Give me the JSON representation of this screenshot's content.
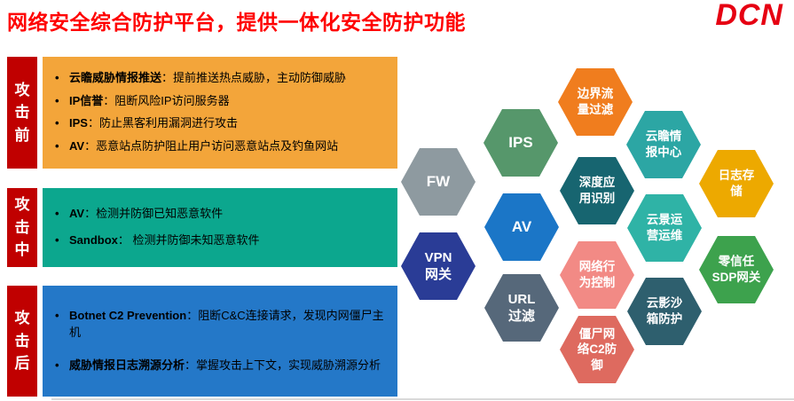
{
  "header": {
    "title": "网络安全综合防护平台，提供一体化安全防护功能",
    "logo": "DCN"
  },
  "colors": {
    "title_red": "#FF0000",
    "label_red": "#C00000",
    "phase_before": "#F3A53A",
    "phase_during": "#0CA78E",
    "phase_after": "#2478C8"
  },
  "phases": [
    {
      "label": "攻击前",
      "color": "#F3A53A",
      "items": [
        {
          "keyword": "云瞻威胁情报推送",
          "text": "：提前推送热点威胁，主动防御威胁"
        },
        {
          "keyword": "IP信誉",
          "text": "：阻断风险IP访问服务器"
        },
        {
          "keyword": "IPS",
          "text": "：防止黑客利用漏洞进行攻击"
        },
        {
          "keyword": "AV",
          "text": "：恶意站点防护阻止用户访问恶意站点及钓鱼网站"
        }
      ]
    },
    {
      "label": "攻击中",
      "color": "#0CA78E",
      "items": [
        {
          "keyword": "AV",
          "text": "：检测并防御已知恶意软件"
        },
        {
          "keyword": "Sandbox",
          "text": "： 检测并防御未知恶意软件"
        }
      ]
    },
    {
      "label": "攻击后",
      "color": "#2478C8",
      "items": [
        {
          "keyword": "Botnet C2 Prevention",
          "text": "：阻断C&C连接请求，发现内网僵尸主机"
        },
        {
          "keyword": "威胁情报日志溯源分析",
          "text": "：掌握攻击上下文，实现威胁溯源分析"
        }
      ]
    }
  ],
  "hexagons": [
    {
      "id": "fw",
      "line1": "FW",
      "color": "#8E9AA0"
    },
    {
      "id": "ips",
      "line1": "IPS",
      "color": "#56976B"
    },
    {
      "id": "boundary",
      "line1": "边界流",
      "line2": "量过滤",
      "color": "#F07D1E"
    },
    {
      "id": "cloud-intel",
      "line1": "云瞻情",
      "line2": "报中心",
      "color": "#2CA6A4"
    },
    {
      "id": "log-storage",
      "line1": "日志存",
      "line2": "储",
      "color": "#EDA900"
    },
    {
      "id": "deep-app",
      "line1": "深度应",
      "line2": "用识别",
      "color": "#176570"
    },
    {
      "id": "av",
      "line1": "AV",
      "color": "#1B76C7"
    },
    {
      "id": "cloud-ops",
      "line1": "云景运",
      "line2": "营运维",
      "color": "#2FB3A6"
    },
    {
      "id": "zero-trust",
      "line1": "零信任",
      "line2": "SDP网关",
      "color": "#3DA24D"
    },
    {
      "id": "vpn",
      "line1": "VPN",
      "line2": "网关",
      "color": "#2A3C96"
    },
    {
      "id": "url-filter",
      "line1": "URL",
      "line2": "过滤",
      "color": "#56687A"
    },
    {
      "id": "net-behavior",
      "line1": "网络行",
      "line2": "为控制",
      "color": "#F28A85"
    },
    {
      "id": "cloud-sandbox",
      "line1": "云影沙",
      "line2": "箱防护",
      "color": "#2E5F6E"
    },
    {
      "id": "botnet",
      "line1": "僵尸网",
      "line2": "络C2防",
      "line3": "御",
      "color": "#DE6A5F"
    }
  ]
}
